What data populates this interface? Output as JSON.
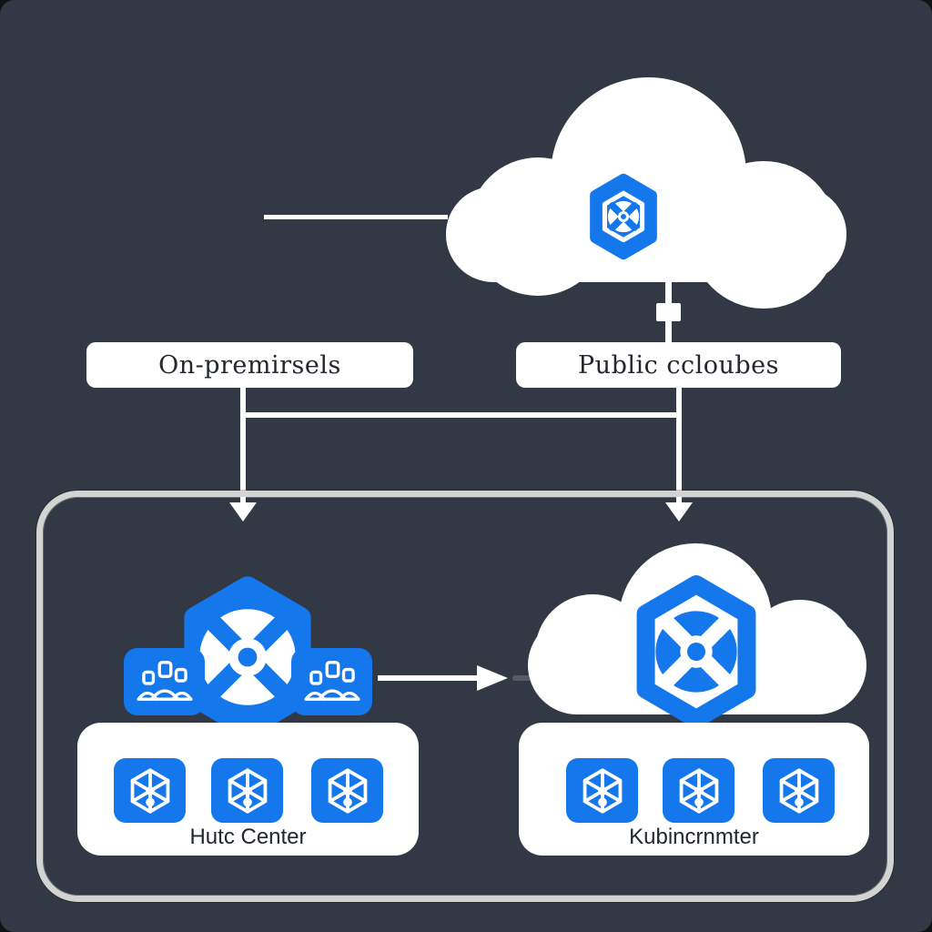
{
  "colors": {
    "background": "#333944",
    "blue": "#1478ec",
    "white": "#ffffff",
    "container_border": "#d3d3d3",
    "text": "#23272e",
    "dash": "#565c66"
  },
  "diagram": {
    "top_cloud": {
      "icon": "kubernetes-hexagon"
    },
    "branches": {
      "on_premises_label": "On-premirsels",
      "public_clouds_label": "Public ccloubes"
    },
    "hybrid_container": {
      "left_group": {
        "label": "Hutc Center",
        "nodes": 3,
        "icon": "kubernetes-wheel-hexagon",
        "side_icons": "user-group"
      },
      "right_group": {
        "label": "Kubincrnmter",
        "nodes": 3,
        "icon": "kubernetes-wheel-hexagon-outline"
      }
    }
  }
}
